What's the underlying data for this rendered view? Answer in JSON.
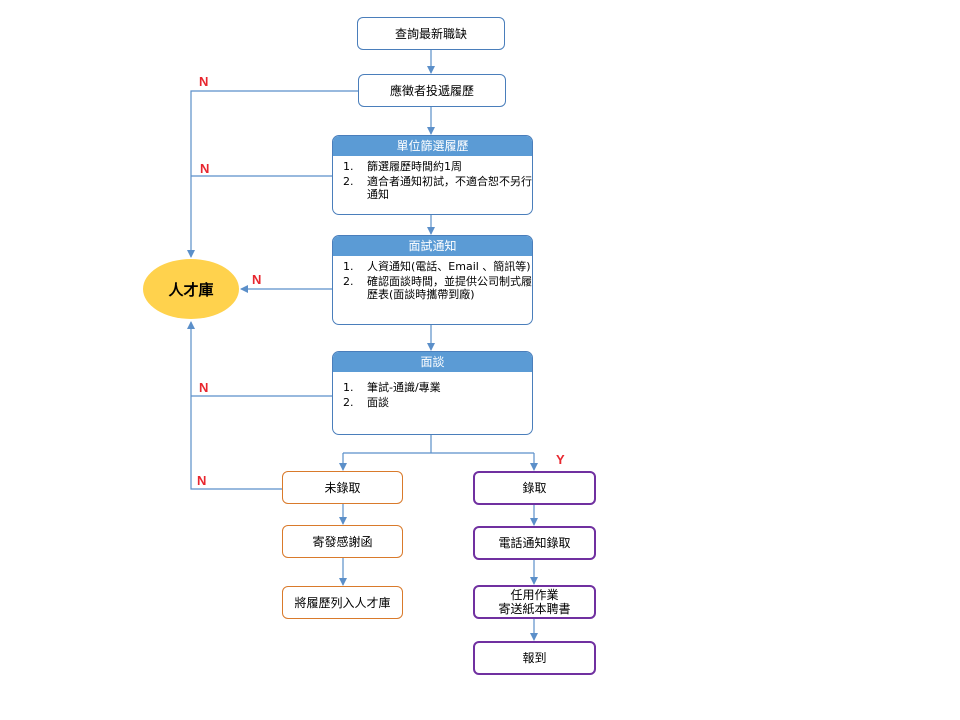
{
  "nodes": {
    "query_jobs": "查詢最新職缺",
    "submit_resume": "應徵者投遞履歷",
    "talent_pool": "人才庫",
    "not_hired": "未錄取",
    "send_thanks": "寄發感謝函",
    "add_to_pool": "將履歷列入人才庫",
    "hired": "錄取",
    "phone_notify": "電話通知錄取",
    "appointment_line1": "任用作業",
    "appointment_line2": "寄送紙本聘書",
    "report": "報到"
  },
  "cards": {
    "screening": {
      "title": "單位篩選履歷",
      "items": [
        {
          "num": "1.",
          "text": "篩選履歷時間約1周"
        },
        {
          "num": "2.",
          "text": "適合者通知初試，不適合恕不另行通知"
        }
      ]
    },
    "interview_notice": {
      "title": "面試通知",
      "items": [
        {
          "num": "1.",
          "text": "人資通知(電話、Email 、簡訊等)"
        },
        {
          "num": "2.",
          "text": "確認面談時間，並提供公司制式履歷表(面談時攜帶到廠)"
        }
      ]
    },
    "interview": {
      "title": "面談",
      "items": [
        {
          "num": "1.",
          "text": "筆試-通識/專業"
        },
        {
          "num": "2.",
          "text": "面談"
        }
      ]
    }
  },
  "labels": {
    "no": "N",
    "yes": "Y"
  },
  "colors": {
    "connector": "#5b8fc9",
    "card_header": "#5b9bd5",
    "talent_pool_fill": "#ffd24d",
    "decision_label": "#e8262e",
    "rejected_border": "#d97a2b",
    "hired_border": "#7030a0"
  }
}
